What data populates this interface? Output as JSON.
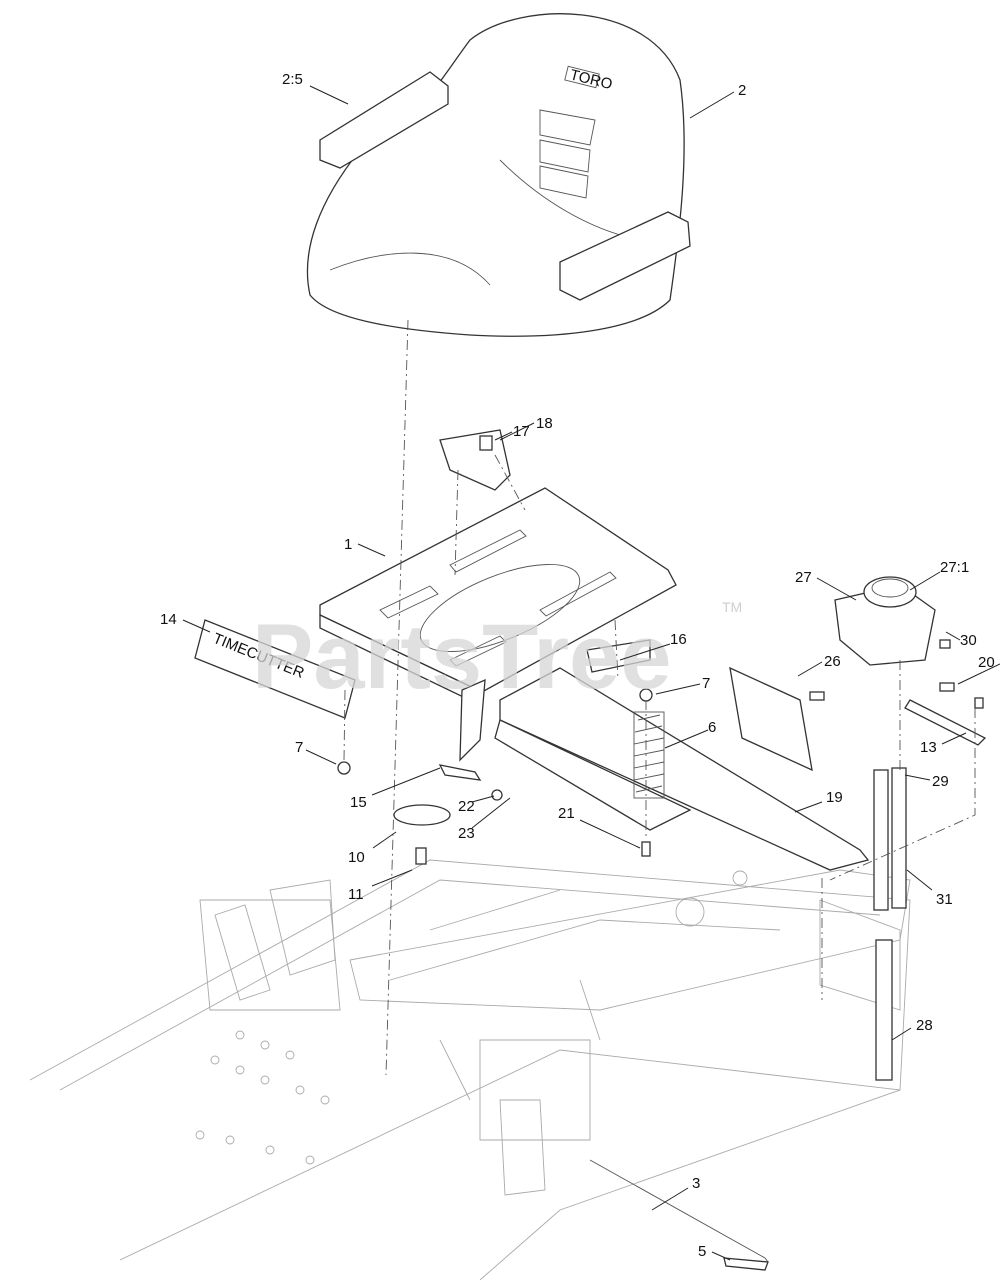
{
  "watermark": {
    "text": "PartsTree",
    "tm": "TM"
  },
  "decals": {
    "timecutter": "TIMECUTTER",
    "seat_logo": "TORO"
  },
  "callouts": [
    {
      "id": "c-2-5",
      "text": "2:5"
    },
    {
      "id": "c-2",
      "text": "2"
    },
    {
      "id": "c-17",
      "text": "17"
    },
    {
      "id": "c-18",
      "text": "18"
    },
    {
      "id": "c-1",
      "text": "1"
    },
    {
      "id": "c-14",
      "text": "14"
    },
    {
      "id": "c-16",
      "text": "16"
    },
    {
      "id": "c-7a",
      "text": "7"
    },
    {
      "id": "c-7b",
      "text": "7"
    },
    {
      "id": "c-6",
      "text": "6"
    },
    {
      "id": "c-27",
      "text": "27"
    },
    {
      "id": "c-27-1",
      "text": "27:1"
    },
    {
      "id": "c-30",
      "text": "30"
    },
    {
      "id": "c-26",
      "text": "26"
    },
    {
      "id": "c-20",
      "text": "20"
    },
    {
      "id": "c-13",
      "text": "13"
    },
    {
      "id": "c-29",
      "text": "29"
    },
    {
      "id": "c-15",
      "text": "15"
    },
    {
      "id": "c-22",
      "text": "22"
    },
    {
      "id": "c-23",
      "text": "23"
    },
    {
      "id": "c-21",
      "text": "21"
    },
    {
      "id": "c-19",
      "text": "19"
    },
    {
      "id": "c-10",
      "text": "10"
    },
    {
      "id": "c-11",
      "text": "11"
    },
    {
      "id": "c-31",
      "text": "31"
    },
    {
      "id": "c-28",
      "text": "28"
    },
    {
      "id": "c-3",
      "text": "3"
    },
    {
      "id": "c-5",
      "text": "5"
    }
  ]
}
